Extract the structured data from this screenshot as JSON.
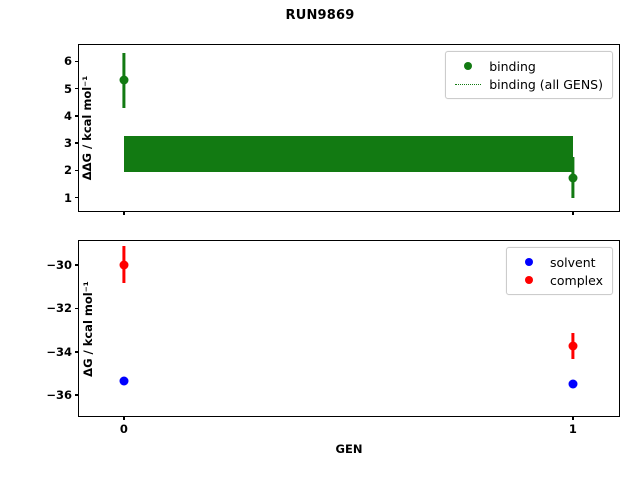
{
  "chart_data": {
    "type": "scatter",
    "title": "RUN9869",
    "xlabel": "GEN",
    "x": [
      0,
      1
    ],
    "xtick_labels": [
      "0",
      "1"
    ],
    "xlim": [
      -0.1,
      1.1
    ],
    "grid": false,
    "panels": [
      {
        "name": "top",
        "ylabel": "ΔΔG / kcal mol⁻¹",
        "ylim": [
          0.55,
          6.6
        ],
        "ytick_labels": [
          "1",
          "2",
          "3",
          "4",
          "5",
          "6"
        ],
        "yticks": [
          1,
          2,
          3,
          4,
          5,
          6
        ],
        "legend_position": "upper right",
        "series": [
          {
            "name": "binding",
            "type": "scatter-errorbar",
            "color": "#127a12",
            "x": [
              0,
              1
            ],
            "values": [
              5.3,
              1.73
            ],
            "yerr_low": [
              1.0,
              0.73
            ],
            "yerr_high": [
              1.0,
              0.77
            ]
          },
          {
            "name": "binding (all GENS)",
            "type": "band",
            "color": "#127a12",
            "x_span": [
              0,
              1
            ],
            "y_low": 1.92,
            "y_high": 3.27
          }
        ]
      },
      {
        "name": "bottom",
        "ylabel": "ΔG / kcal mol⁻¹",
        "ylim": [
          -36.9,
          -28.9
        ],
        "ytick_labels": [
          "−30",
          "−32",
          "−34",
          "−36"
        ],
        "yticks": [
          -30,
          -32,
          -34,
          -36
        ],
        "legend_position": "upper right",
        "series": [
          {
            "name": "solvent",
            "type": "scatter-errorbar",
            "color": "#0000ff",
            "x": [
              0,
              1
            ],
            "values": [
              -35.35,
              -35.5
            ],
            "yerr_low": [
              0.1,
              0.1
            ],
            "yerr_high": [
              0.1,
              0.1
            ]
          },
          {
            "name": "complex",
            "type": "scatter-errorbar",
            "color": "#ff0000",
            "x": [
              0,
              1
            ],
            "values": [
              -30.0,
              -33.75
            ],
            "yerr_low": [
              0.85,
              0.6
            ],
            "yerr_high": [
              0.85,
              0.6
            ]
          }
        ]
      }
    ]
  },
  "legend_top": {
    "items": [
      {
        "label": "binding",
        "marker": "dot",
        "color": "#127a12"
      },
      {
        "label": "binding (all GENS)",
        "marker": "dotted-line",
        "color": "#127a12"
      }
    ]
  },
  "legend_bottom": {
    "items": [
      {
        "label": "solvent",
        "marker": "dot",
        "color": "#0000ff"
      },
      {
        "label": "complex",
        "marker": "dot",
        "color": "#ff0000"
      }
    ]
  }
}
